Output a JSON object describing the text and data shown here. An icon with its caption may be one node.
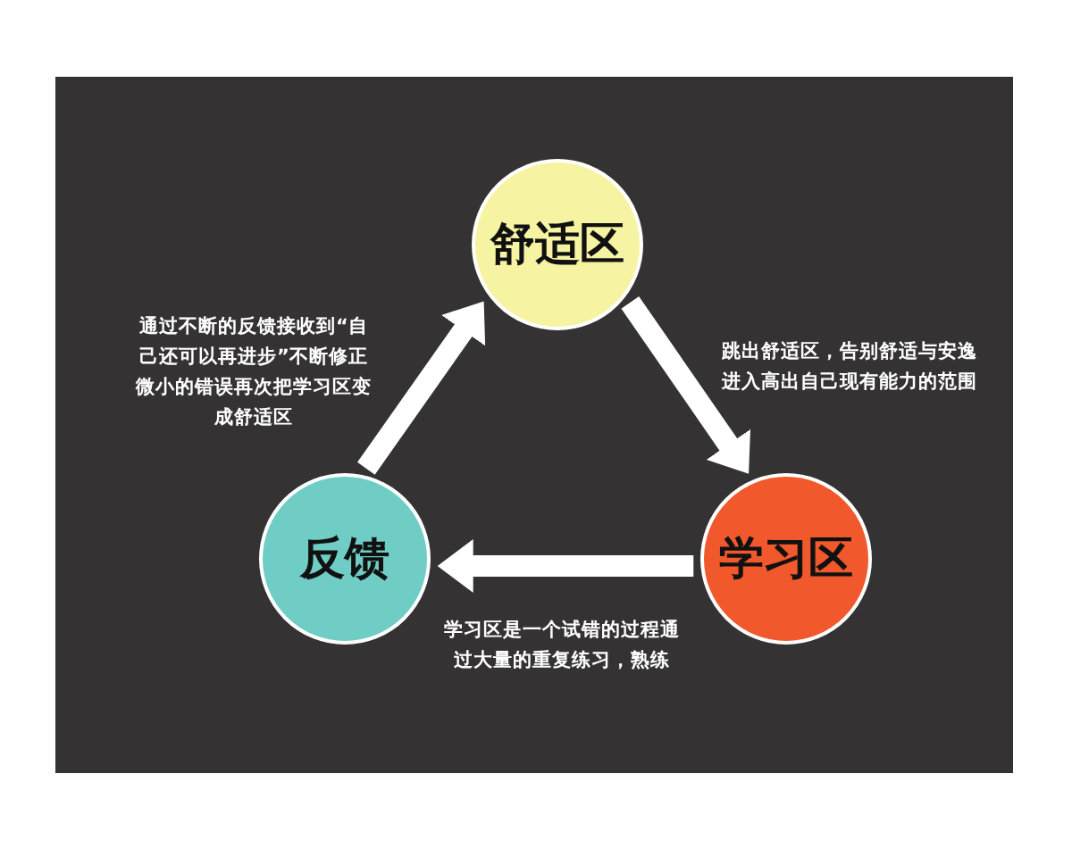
{
  "diagram": {
    "nodes": [
      {
        "text": [
          "舒适区"
        ]
      },
      {
        "text": [
          "反馈"
        ]
      },
      {
        "text": [
          "学习区"
        ]
      }
    ],
    "edges": [
      {
        "from": 0,
        "to": 2,
        "arrow": "to",
        "label": "跳出舒适区，告别舒适与安逸进入高出自己现有能力的范围"
      },
      {
        "from": 2,
        "to": 1,
        "arrow": "to",
        "label": "学习区是一个试错的过程通过大量的重复练习，熟练"
      },
      {
        "from": 1,
        "to": 0,
        "arrow": "to",
        "label": "通过不断的反馈接收到“自己还可以再进步”不断修正微小的错误再次把学习区变成舒适区"
      }
    ]
  }
}
